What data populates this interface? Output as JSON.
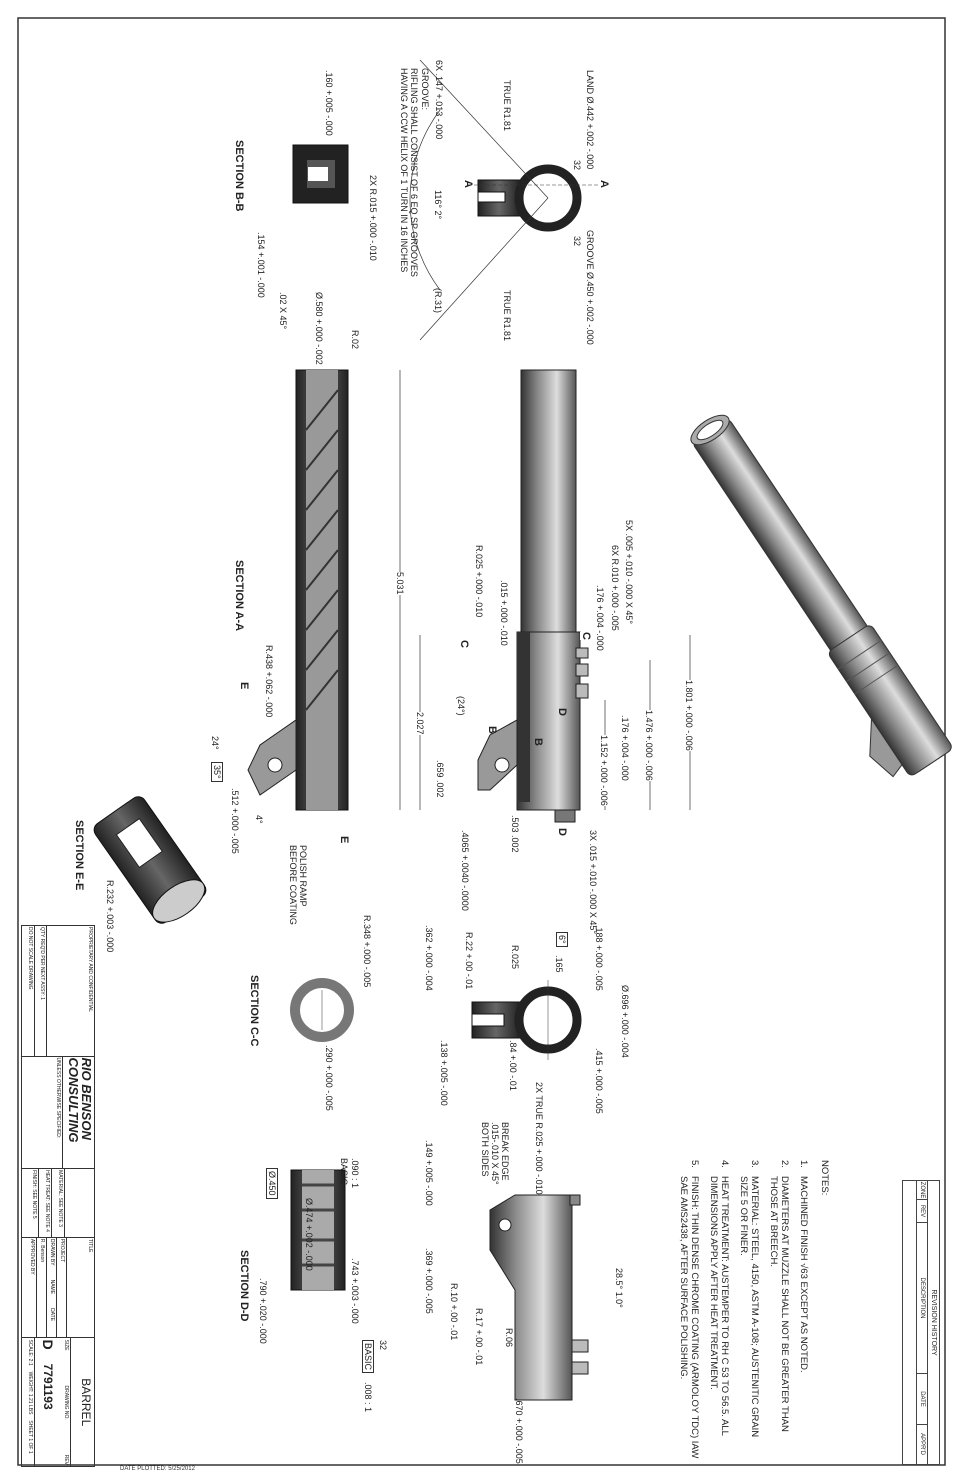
{
  "title_block": {
    "proprietary_heading": "PROPRIETARY AND CONFIDENTIAL",
    "qty": "QTY REQ'D PER NEXT ASSY: 1",
    "do_not_scale": "DO NOT SCALE DRAWING",
    "company_line1": "RIO BENSON",
    "company_line2": "CONSULTING",
    "unless_specified": "UNLESS OTHERWISE SPECIFIED:",
    "material": "MATERIAL: SEE NOTE 3",
    "heat_treat": "HEAT TREAT: SEE NOTE 4",
    "finish": "FINISH: SEE NOTE 5",
    "drawn_by_label": "DRAWN BY",
    "approved_by_label": "APPROVED BY",
    "project_label": "PROJECT",
    "name_label": "NAME",
    "date_label": "DATE",
    "drawn_by": "R. Benson",
    "title_label": "TITLE",
    "title": "BARREL",
    "size_label": "SIZE",
    "size": "D",
    "drawing_no_label": "DRAWING NO.",
    "drawing_no": "7791193",
    "rev_label": "REV",
    "scale": "SCALE: 2:1",
    "weight": "WEIGHT: 1.21 LBS",
    "sheet": "SHEET 1 OF 1"
  },
  "date_plotted": "DATE PLOTTED: 5/25/2012",
  "revision_history": {
    "title": "REVISION HISTORY",
    "columns": [
      "ZONE",
      "REV",
      "DESCRIPTION",
      "DATE",
      "APPR'D"
    ]
  },
  "notes": {
    "heading": "NOTES:",
    "items": [
      {
        "num": "1.",
        "text": "MACHINED FINISH √63 EXCEPT AS NOTED."
      },
      {
        "num": "2.",
        "text": "DIAMETERS AT MUZZLE SHALL NOT BE GREATER THAN THOSE AT BREECH."
      },
      {
        "num": "3.",
        "text": "MATERIAL: STEEL, 4150, ASTM A-108; AUSTENITIC GRAIN SIZE 5 OR FINER."
      },
      {
        "num": "4.",
        "text": "HEAT TREATMENT: AUSTEMPER TO RH C 53 TO 56.5. ALL DIMENSIONS APPLY AFTER HEAT TREATMENT."
      },
      {
        "num": "5.",
        "text": "FINISH: THIN DENSE CHROME COATING (ARMOLOY TDC) IAW SAE AMS2438, AFTER SURFACE POLISHING."
      }
    ]
  },
  "sections": {
    "a": "SECTION A-A",
    "b": "SECTION B-B",
    "c": "SECTION C-C",
    "d": "SECTION D-D",
    "e": "SECTION E-E"
  },
  "letters": {
    "a": "A",
    "b": "B",
    "c": "C",
    "d": "D",
    "e": "E"
  },
  "dims": {
    "land": "LAND Ø.442 +.002 -.000",
    "groove_dia": "GROOVE Ø.450 +.002 -.000",
    "true_r181": "TRUE R1.81",
    "groove_width": "6X .147 +.013 -.000",
    "groove_label": "GROOVE:",
    "rifling1": "RIFLING SHALL CONSIST OF 6 EQ SP GROOVES",
    "rifling2": "HAVING A CCW HELIX OF 1 TURN IN 16 INCHES",
    "angle116": "116° 2°",
    "r31": "(R.31)",
    "finish32": "32",
    "bb_160": ".160 +.005 -.000",
    "bb_r015": "2X R.015 +.000 -.010",
    "bb_154": ".154 +.001 -.000",
    "aa_580": "Ø.580 +.000 -.002",
    "aa_chamfer": ".02 X 45°",
    "aa_r02": "R.02",
    "overall": "5.031",
    "d176a": ".176 +.004 -.000",
    "d5x": "5X .005 +.010 -.000 X 45°",
    "d6x": "6X R.010 +.000 -.005",
    "d015": ".015 +.000 -.010",
    "r025": "R.025 +.000 -.010",
    "d1801": "1.801 +.000 -.006",
    "d1476": "1.476 +.000 -.006",
    "d176b": ".176 +.004 -.000",
    "d1152": "1.152 +.000 -.006",
    "d2027": "2.027",
    "a24": "(24°)",
    "d659": ".659 .002",
    "d503": ".503 .002",
    "d4065": ".4065 +.0040 -.0000",
    "d3x": "3X .015 +.010 -.000 X 45°",
    "aa_r438": "R.438 +.062 -.000",
    "aa_24": "24°",
    "aa_35": "35°",
    "aa_512": ".512 +.000 -.005",
    "aa_4": "4°",
    "polish1": "POLISH RAMP",
    "polish2": "BEFORE COATING",
    "ee_r232": "R.232 +.003 -.000",
    "cc_r348": "R.348 +.000 -.005",
    "cc_290": ".290 +.000 -.005",
    "b188": ".188 +.000 -.005",
    "b6": "6°",
    "b165": ".165",
    "br025": "R.025",
    "br22": "R.22 +.00 -.01",
    "b362": ".362 +.000 -.004",
    "b696": "Ø.696 +.000 -.004",
    "b415": ".415 +.000 -.005",
    "b84": ".84 +.00 -.01",
    "b138": ".138 +.005 -.000",
    "v_true": "2X TRUE R.025 +.000 -.010",
    "v_break1": "BREAK EDGE",
    "v_break2": ".015-.010 X 45°",
    "v_break3": "BOTH SIDES",
    "v149": ".149 +.005 -.000",
    "v285": "28.5° 1.0°",
    "v369": ".369 +.000 -.005",
    "vr10": "R.10 +.00 -.01",
    "vr17": "R.17 +.00 -.01",
    "vr06": "R.06",
    "v670": ".670 +.000 -.005",
    "dd450": "Ø.450",
    "dd474": "Ø.474 +.002 -.000",
    "dd090": ".090 : 1",
    "dd_basic": "BASIC",
    "dd743": ".743 +.003 -.000",
    "dd790": ".790 +.020 -.000",
    "dd008": ".008 : 1"
  }
}
